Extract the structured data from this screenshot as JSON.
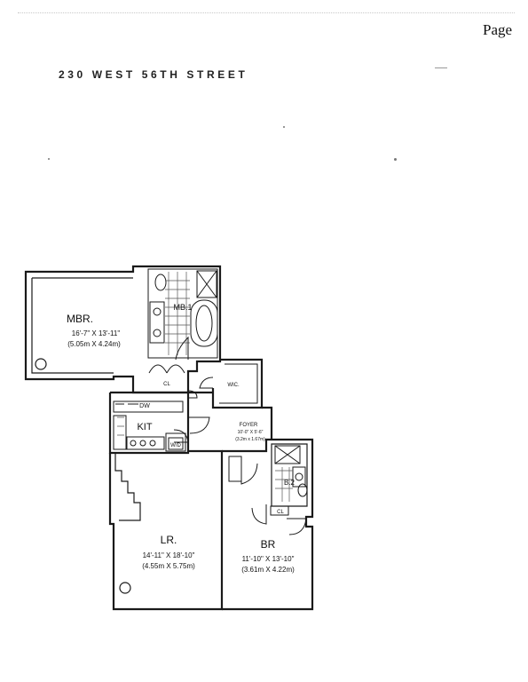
{
  "header": {
    "page_label": "Page",
    "address": "230 WEST 56TH STREET"
  },
  "rooms": {
    "mbr": {
      "name": "MBR.",
      "dim_ft": "16'-7\" X 13'-11\"",
      "dim_m": "(5.05m X 4.24m)"
    },
    "mbath": {
      "name": "MB.1"
    },
    "cl": {
      "name": "CL"
    },
    "wic": {
      "name": "WIC."
    },
    "dw": {
      "name": "DW"
    },
    "kit": {
      "name": "KIT"
    },
    "wd": {
      "name": "W/D"
    },
    "foyer": {
      "name": "FOYER",
      "dim_ft": "10'-0\" X 5'-6\"",
      "dim_m": "(3.2m x 1.67m)"
    },
    "b2": {
      "name": "B.2"
    },
    "cl2": {
      "name": "CL"
    },
    "lr": {
      "name": "LR.",
      "dim_ft": "14'-11\" X 18'-10\"",
      "dim_m": "(4.55m X 5.75m)"
    },
    "br": {
      "name": "BR",
      "dim_ft": "11'-10\" X 13'-10\"",
      "dim_m": "(3.61m X 4.22m)"
    }
  }
}
